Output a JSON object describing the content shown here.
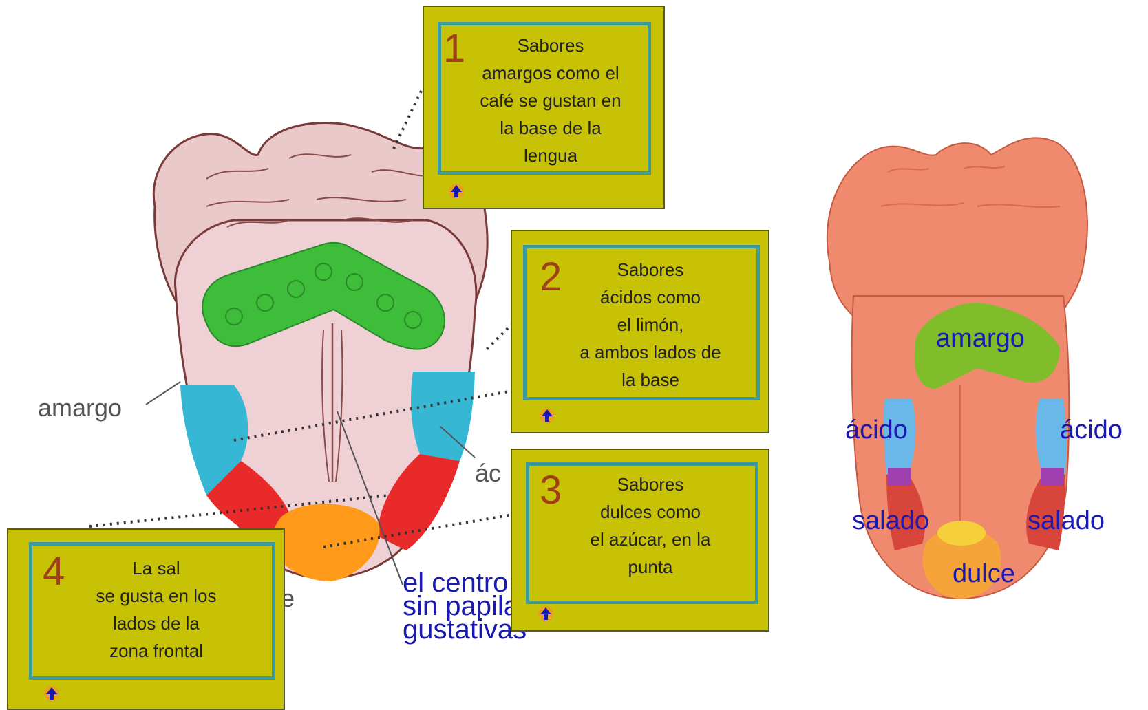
{
  "left_tongue": {
    "labels": {
      "amargo": "amargo",
      "acido_partial": "ác",
      "dulce_partial": "e"
    },
    "center_note": [
      "el centro",
      "sin papilas",
      "gustativas"
    ]
  },
  "boxes": [
    {
      "number": "1",
      "text": "Sabores\namargos como el\ncafé se gustan en\nla base de la\nlengua",
      "arrow_icon": "up-arrow-icon"
    },
    {
      "number": "2",
      "text": "Sabores\nácidos como\nel limón,\na ambos lados de\nla base",
      "arrow_icon": "up-arrow-icon"
    },
    {
      "number": "3",
      "text": "Sabores\ndulces como\nel azúcar, en la\npunta",
      "arrow_icon": "up-arrow-icon"
    },
    {
      "number": "4",
      "text": "La sal\nse gusta en los\nlados de la\nzona frontal",
      "arrow_icon": "up-arrow-icon"
    }
  ],
  "right_tongue": {
    "labels": {
      "amargo": "amargo",
      "acido_left": "ácido",
      "acido_right": "ácido",
      "salado_left": "salado",
      "salado_right": "salado",
      "dulce": "dulce"
    }
  },
  "colors": {
    "bitter": "#3dbd3a",
    "sour": "#36b8d4",
    "salty": "#e82a2a",
    "sweet": "#ff9a1a",
    "box_fill": "#c8c206",
    "box_border": "#3a9aa0",
    "label_blue": "#1a1ab0"
  }
}
